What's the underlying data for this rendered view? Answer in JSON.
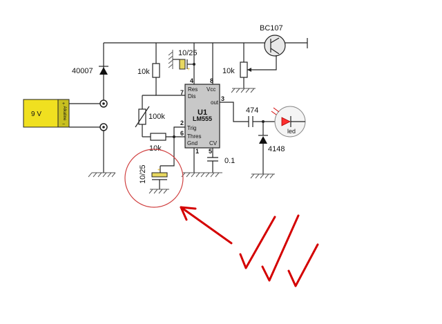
{
  "labels": {
    "transistor": "BC107",
    "diode_top": "40007",
    "cap_top": "10/25",
    "r_top_left": "10k",
    "pot_right": "10k",
    "r_mid": "100k",
    "r_bottom": "10k",
    "battery_v": "9 V",
    "battery_type": "Alkaline",
    "ic_ref": "U1",
    "ic_part": "LM555",
    "cap_out": "474",
    "led": "led",
    "diode_right": "4148",
    "cap_cv": "0.1",
    "cap_timing": "10/25"
  },
  "ic_pins": {
    "res": "Res",
    "vcc": "Vcc",
    "dis": "Dis",
    "out": "out",
    "trig": "Trig",
    "thres": "Thres",
    "gnd": "Gnd",
    "cv": "CV",
    "n4": "4",
    "n8": "8",
    "n7": "7",
    "n3": "3",
    "n2": "2",
    "n6": "6",
    "n1": "1",
    "n5": "5"
  },
  "colors": {
    "annotation": "#d40000",
    "highlight_circle": "#d04040",
    "battery_fill": "#f0e020",
    "ic_fill": "#c8c8c8",
    "led_fill": "#ff3030",
    "wire": "#222222"
  }
}
